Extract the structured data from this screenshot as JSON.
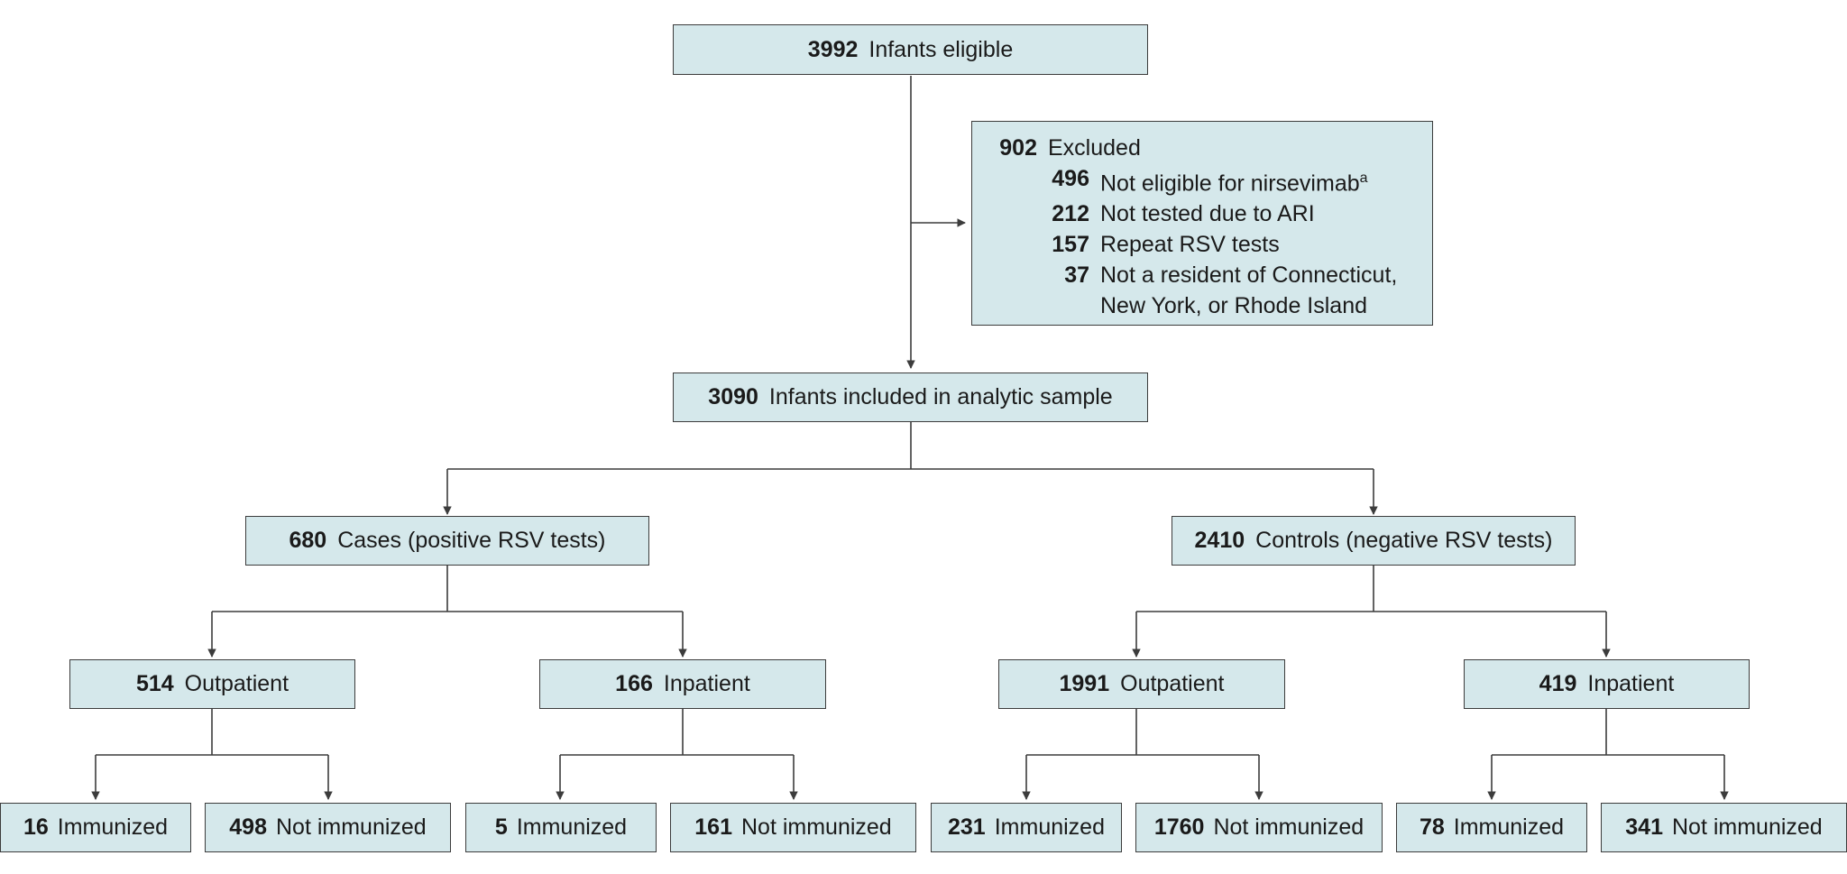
{
  "nodes": {
    "eligible": {
      "count": "3992",
      "label": "Infants eligible"
    },
    "excluded": {
      "count": "902",
      "label": "Excluded",
      "reasons": [
        {
          "count": "496",
          "label": "Not eligible for nirsevimab",
          "sup": "a"
        },
        {
          "count": "212",
          "label": "Not tested due to ARI",
          "sup": ""
        },
        {
          "count": "157",
          "label": "Repeat RSV tests",
          "sup": ""
        },
        {
          "count": "37",
          "label": "Not a resident of Connecticut,",
          "label2": "New York, or Rhode Island",
          "sup": ""
        }
      ]
    },
    "included": {
      "count": "3090",
      "label": "Infants included in analytic sample"
    },
    "cases": {
      "count": "680",
      "label": "Cases (positive RSV tests)"
    },
    "controls": {
      "count": "2410",
      "label": "Controls (negative RSV tests)"
    },
    "cases_out": {
      "count": "514",
      "label": "Outpatient"
    },
    "cases_in": {
      "count": "166",
      "label": "Inpatient"
    },
    "controls_out": {
      "count": "1991",
      "label": "Outpatient"
    },
    "controls_in": {
      "count": "419",
      "label": "Inpatient"
    },
    "co_imm": {
      "count": "16",
      "label": "Immunized"
    },
    "co_not": {
      "count": "498",
      "label": "Not immunized"
    },
    "ci_imm": {
      "count": "5",
      "label": "Immunized"
    },
    "ci_not": {
      "count": "161",
      "label": "Not immunized"
    },
    "to_imm": {
      "count": "231",
      "label": "Immunized"
    },
    "to_not": {
      "count": "1760",
      "label": "Not immunized"
    },
    "ti_imm": {
      "count": "78",
      "label": "Immunized"
    },
    "ti_not": {
      "count": "341",
      "label": "Not immunized"
    }
  },
  "colors": {
    "box_fill": "#d5e8eb",
    "line": "#3c3c3c"
  }
}
